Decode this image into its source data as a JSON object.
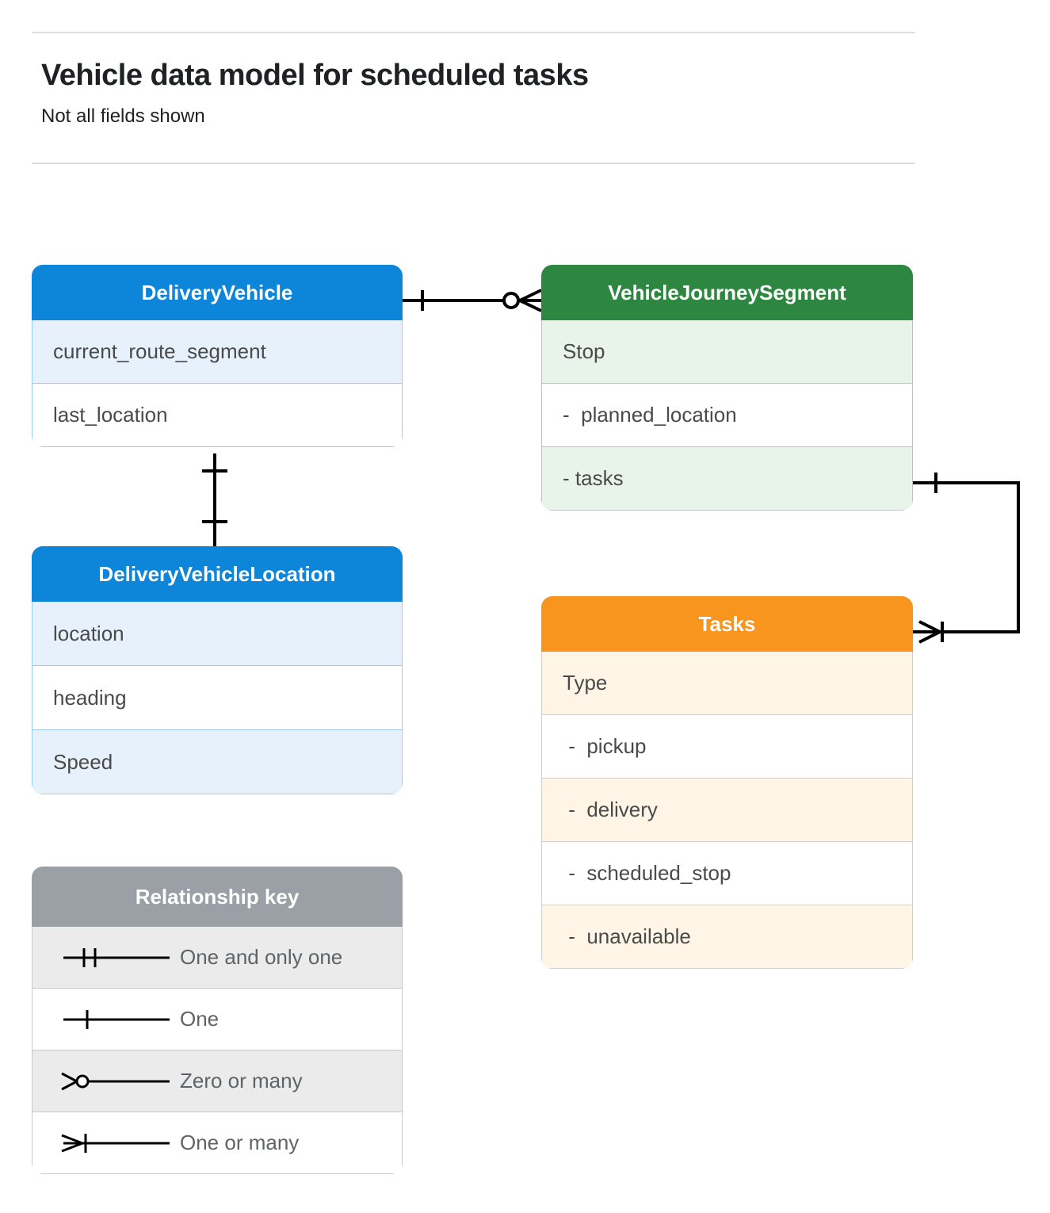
{
  "header": {
    "title": "Vehicle data model for scheduled tasks",
    "subtitle": "Not all fields shown"
  },
  "colors": {
    "blue_header": "#0d85d8",
    "blue_row": "#e6f1fc",
    "blue_border": "#9ccdf1",
    "green_header": "#2e8741",
    "green_row": "#e8f3ea",
    "green_border": "#a6d3ae",
    "orange_header": "#f7951e",
    "orange_row": "#fef5e6",
    "orange_border": "#f8c884",
    "gray_header": "#9aa0a6",
    "gray_row": "#ebebeb",
    "line": "#000000",
    "rule": "#dadce0"
  },
  "entities": {
    "delivery_vehicle": {
      "name": "DeliveryVehicle",
      "fields": [
        "current_route_segment",
        "last_location"
      ]
    },
    "delivery_vehicle_location": {
      "name": "DeliveryVehicleLocation",
      "fields": [
        "location",
        "heading",
        "Speed"
      ]
    },
    "vehicle_journey_segment": {
      "name": "VehicleJourneySegment",
      "fields": [
        "Stop",
        "-  planned_location",
        "- tasks"
      ]
    },
    "tasks": {
      "name": "Tasks",
      "fields": [
        "Type",
        " -  pickup",
        " -  delivery",
        " -  scheduled_stop",
        " -  unavailable"
      ]
    }
  },
  "legend": {
    "title": "Relationship key",
    "items": [
      {
        "symbol": "one-and-only-one",
        "label": "One and only one"
      },
      {
        "symbol": "one",
        "label": "One"
      },
      {
        "symbol": "zero-or-many",
        "label": "Zero or many"
      },
      {
        "symbol": "one-or-many",
        "label": "One or many"
      }
    ]
  },
  "relationships": [
    {
      "from": "DeliveryVehicle",
      "to": "VehicleJourneySegment",
      "from_cardinality": "one",
      "to_cardinality": "zero or many"
    },
    {
      "from": "DeliveryVehicle",
      "to": "DeliveryVehicleLocation",
      "from_cardinality": "one",
      "to_cardinality": "one"
    },
    {
      "from": "VehicleJourneySegment.tasks",
      "to": "Tasks",
      "from_cardinality": "one",
      "to_cardinality": "one or many"
    }
  ]
}
